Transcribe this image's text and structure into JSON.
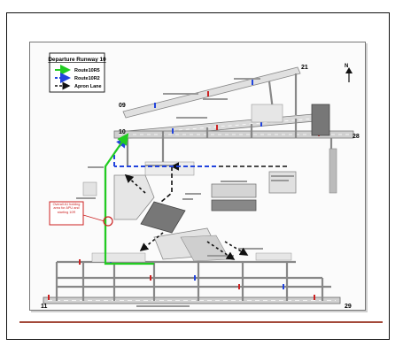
{
  "legend": {
    "title": "Departure Runway 10",
    "items": [
      {
        "label": "Route10R5",
        "color": "#22cc22"
      },
      {
        "label": "Route10R2",
        "color": "#2244dd"
      },
      {
        "label": "Apron Lane",
        "color": "#111111"
      }
    ]
  },
  "runway_labels": {
    "r09": "09",
    "r10": "10",
    "r11": "11",
    "r21": "21",
    "r28": "28",
    "r29": "29"
  },
  "callout": {
    "text": "Overall A1 holding area for APU and starting 10R"
  },
  "colors": {
    "green_route": "#22cc22",
    "blue_route": "#2244dd",
    "apron_lane": "#111111",
    "callout_red": "#cc2222",
    "footer_rule": "#a34a3a"
  },
  "icons": {
    "north": "north-arrow-icon"
  }
}
